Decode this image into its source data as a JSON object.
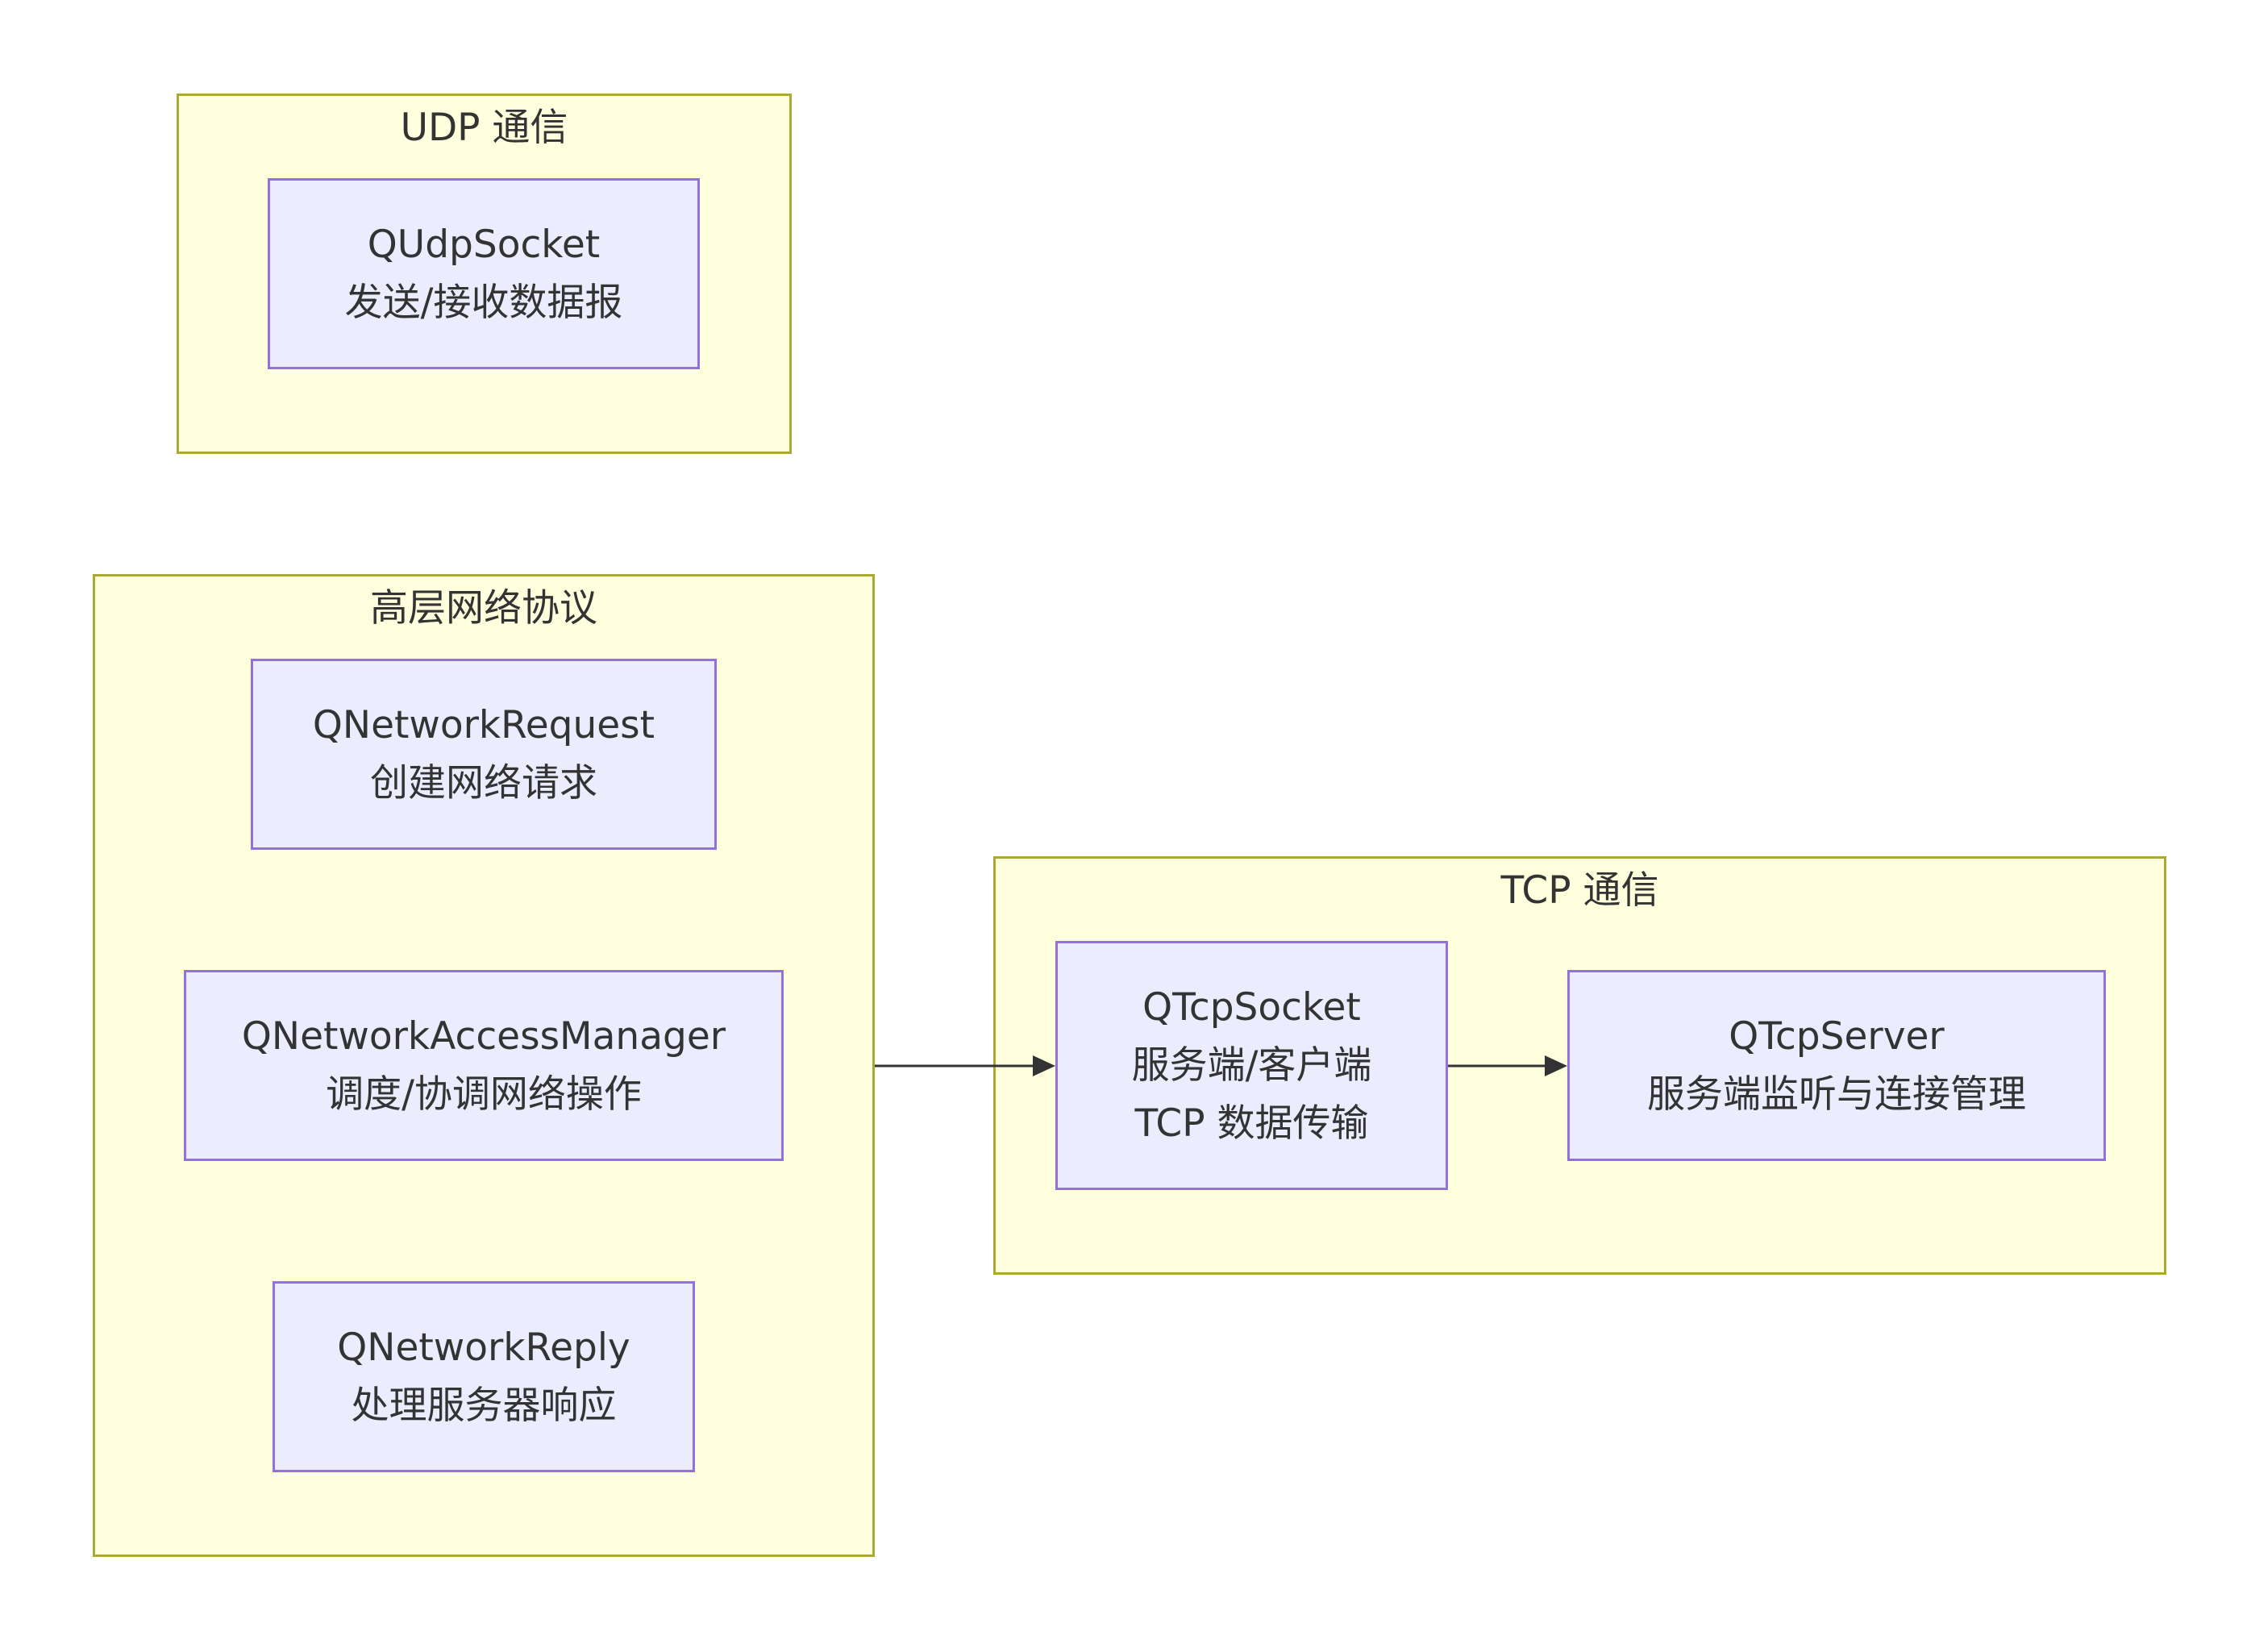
{
  "diagram": {
    "clusters": {
      "udp": {
        "title": "UDP 通信"
      },
      "high": {
        "title": "高层网络协议"
      },
      "tcp": {
        "title": "TCP 通信"
      }
    },
    "nodes": {
      "qudpsocket": {
        "name": "QUdpSocket",
        "desc": "发送/接收数据报"
      },
      "qnetworkrequest": {
        "name": "QNetworkRequest",
        "desc": "创建网络请求"
      },
      "qnetworkaccessmanager": {
        "name": "QNetworkAccessManager",
        "desc": "调度/协调网络操作"
      },
      "qnetworkreply": {
        "name": "QNetworkReply",
        "desc": "处理服务器响应"
      },
      "qtcpsocket": {
        "name": "QTcpSocket",
        "desc": "服务端/客户端",
        "desc2": "TCP 数据传输"
      },
      "qtcpserver": {
        "name": "QTcpServer",
        "desc": "服务端监听与连接管理"
      }
    },
    "edges": [
      {
        "from": "high",
        "to": "qtcpsocket"
      },
      {
        "from": "qtcpsocket",
        "to": "qtcpserver"
      }
    ],
    "colors": {
      "cluster_fill": "#ffffde",
      "cluster_border": "#aaaa33",
      "node_fill": "#ececff",
      "node_border": "#9370db",
      "edge": "#333333",
      "text": "#333333"
    }
  }
}
